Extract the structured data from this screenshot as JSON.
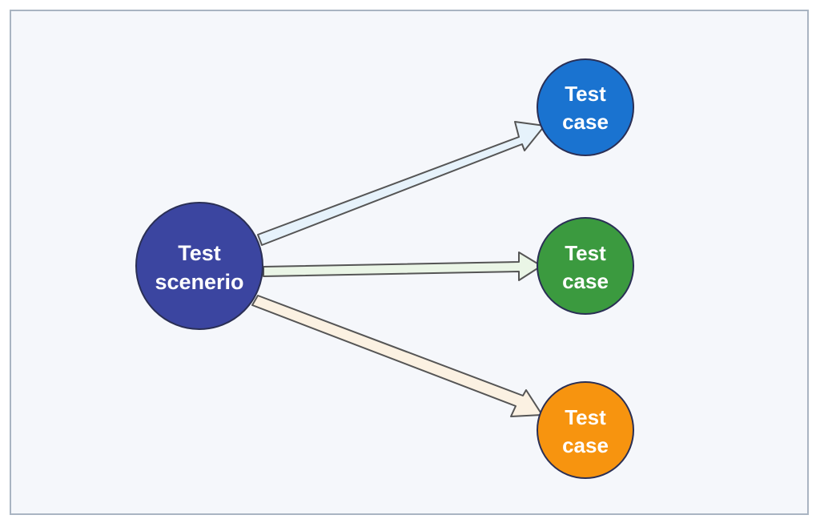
{
  "diagram": {
    "source": {
      "line1": "Test",
      "line2": "scenerio",
      "color": "#3b45a0"
    },
    "targets": [
      {
        "line1": "Test",
        "line2": "case",
        "color": "#1a73d0",
        "arrow_color": "#e6f2fb"
      },
      {
        "line1": "Test",
        "line2": "case",
        "color": "#3b9a3f",
        "arrow_color": "#eaf5e6"
      },
      {
        "line1": "Test",
        "line2": "case",
        "color": "#f7940f",
        "arrow_color": "#fbf1e2"
      }
    ],
    "stroke_color": "#555555",
    "frame_color": "#a9b4c2"
  }
}
